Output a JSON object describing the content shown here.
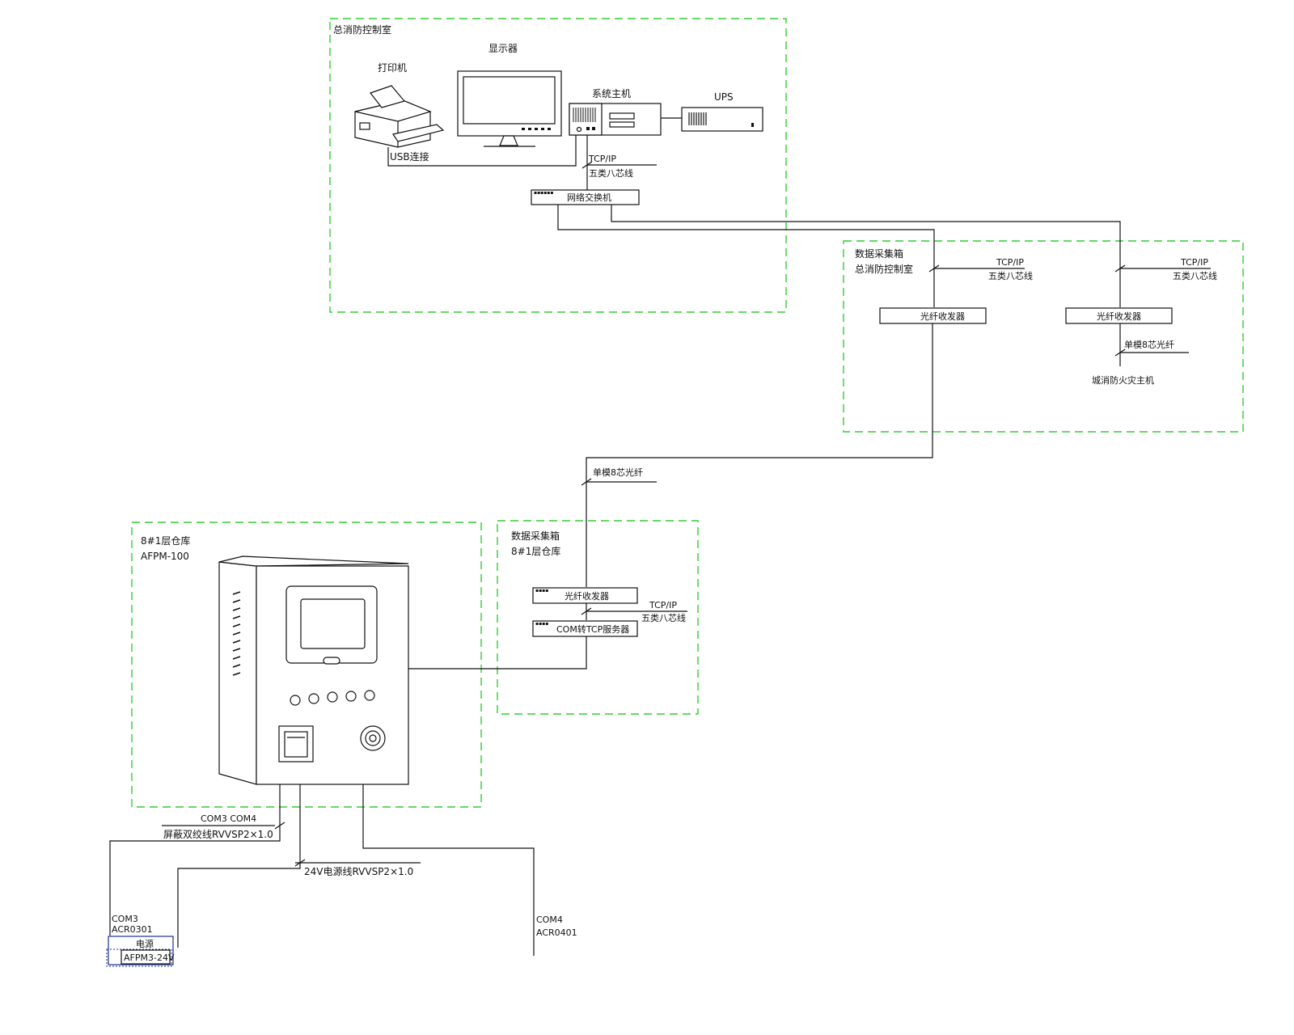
{
  "diagram": {
    "control_room": {
      "zone_label": "总消防控制室",
      "printer": "打印机",
      "monitor": "显示器",
      "host": "系统主机",
      "ups": "UPS",
      "usb": "USB连接",
      "net_top": "TCP/IP",
      "net_bottom": "五类八芯线",
      "switch": "网络交换机"
    },
    "sub_room": {
      "zone_label_1": "数据采集箱",
      "zone_label_2": "总消防控制室",
      "net_a_top": "TCP/IP",
      "net_a_bottom": "五类八芯线",
      "net_b_top": "TCP/IP",
      "net_b_bottom": "五类八芯线",
      "conv_a": "光纤收发器",
      "conv_b": "光纤收发器",
      "fiber": "单模8芯光纤",
      "fire_host": "城消防火灾主机"
    },
    "fiber_main": "单模8芯光纤",
    "collect_box": {
      "zone_label_1": "数据采集箱",
      "zone_label_2": "8#1层仓库",
      "conv": "光纤收发器",
      "server": "COM转TCP服务器",
      "net_top": "TCP/IP",
      "net_bottom": "五类八芯线"
    },
    "warehouse": {
      "zone_label_1": "8#1层仓库",
      "zone_label_2": "AFPM-100"
    },
    "bottom": {
      "com_label": "COM3 COM4",
      "shield_cable": "屏蔽双绞线RVVSP2×1.0",
      "power_cable": "24V电源线RVVSP2×1.0",
      "left_dev_1": "COM3",
      "left_dev_2": "ACR0301",
      "left_box_1": "电源",
      "left_box_2": "AFPM3-24V",
      "right_dev_1": "COM4",
      "right_dev_2": "ACR0401"
    }
  }
}
